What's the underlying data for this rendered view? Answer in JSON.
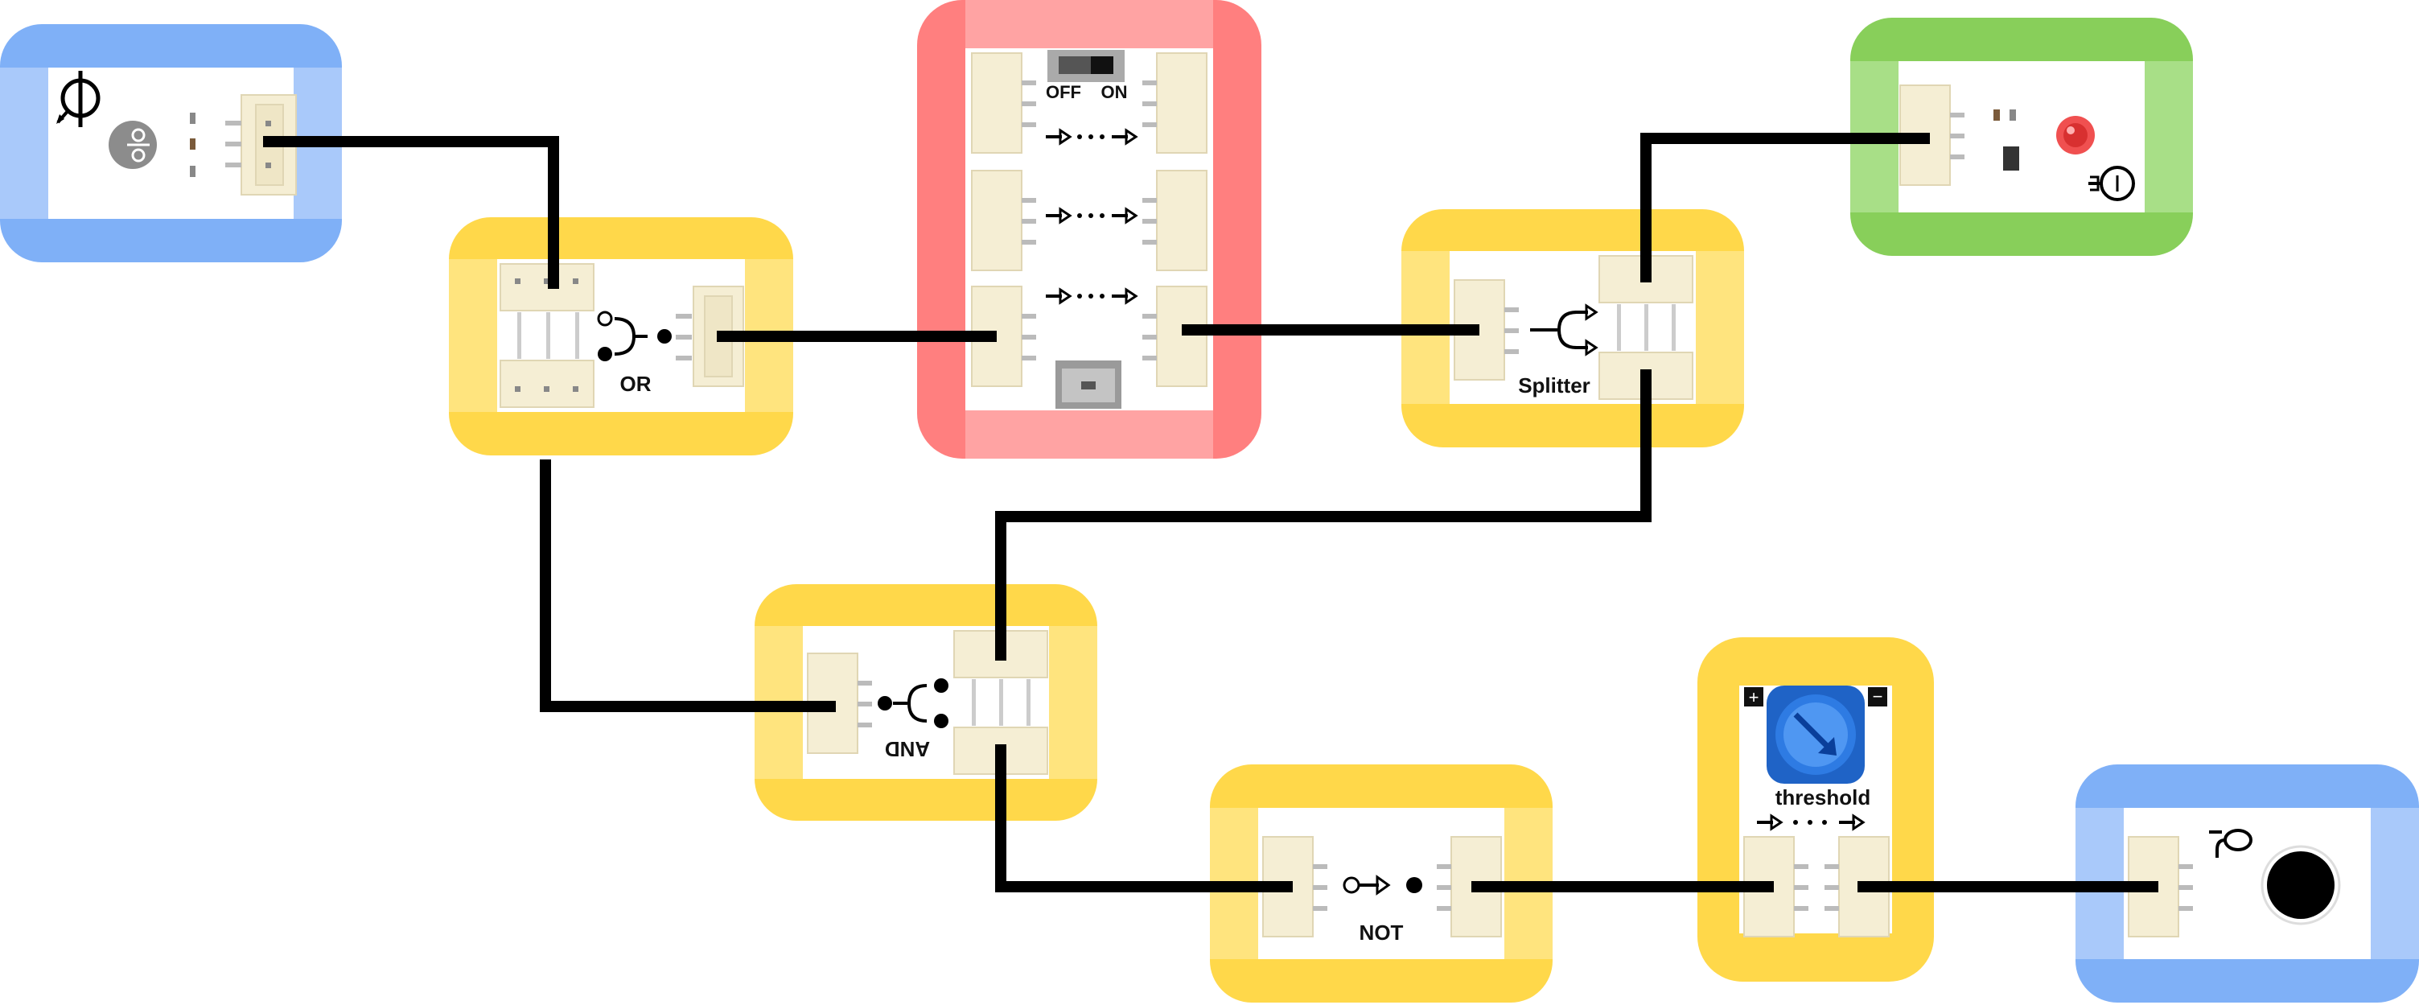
{
  "colors": {
    "wire": "#000000",
    "input_block": "#7fb0f7",
    "input_block_light": "#a9c9fa",
    "logic_block": "#ffd84a",
    "logic_block_light": "#ffe47e",
    "power_block": "#ff7f7f",
    "power_block_light": "#ffa3a3",
    "output_block": "#88cf5a",
    "output_block_light": "#a8df87",
    "connector": "#f5eed4",
    "led_red": "#f05050",
    "knob_blue": "#1f63c6"
  },
  "blocks": {
    "light_sensor": {
      "icon": "light-sensor-icon"
    },
    "or_gate": {
      "label": "OR",
      "icon": "or-gate-icon"
    },
    "power": {
      "switch_off_label": "OFF",
      "switch_on_label": "ON",
      "icon": "usb-port-icon"
    },
    "splitter": {
      "label": "Splitter",
      "icon": "splitter-icon"
    },
    "led": {
      "icon": "light-bulb-icon"
    },
    "and_gate": {
      "label": "AND",
      "icon": "and-gate-icon"
    },
    "not_gate": {
      "label": "NOT",
      "icon": "not-gate-icon"
    },
    "threshold": {
      "label": "threshold",
      "plus": "+",
      "minus": "−",
      "icon": "knob-icon"
    },
    "sound_output": {
      "icon": "speaker-icon"
    }
  }
}
